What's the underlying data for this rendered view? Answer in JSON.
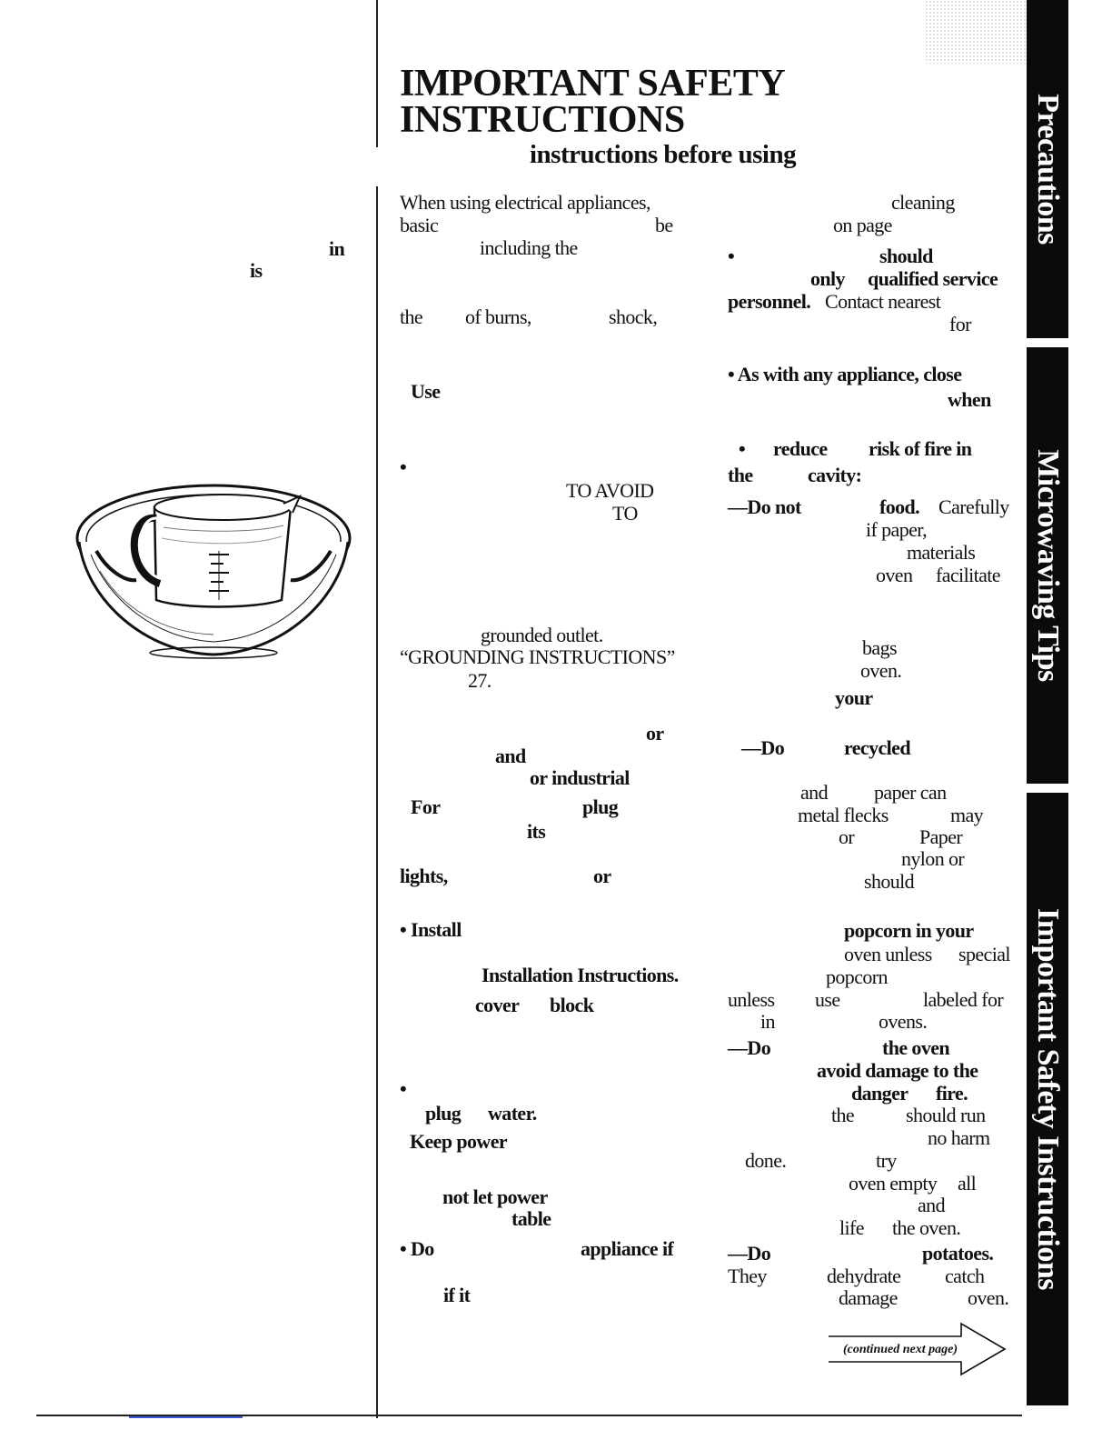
{
  "header": {
    "title_line1": "IMPORTANT SAFETY",
    "title_line2": "INSTRUCTIONS",
    "subtitle": "instructions before using"
  },
  "left_column": {
    "fragments": [
      {
        "text": "in",
        "bold": true
      },
      {
        "text": "is",
        "bold": true
      }
    ]
  },
  "middle_column": {
    "fragments": [
      {
        "text": "When using electrical appliances,",
        "bold": false
      },
      {
        "text": "basic",
        "bold": false
      },
      {
        "text": "be",
        "bold": false
      },
      {
        "text": "including the",
        "bold": false
      },
      {
        "text": "the",
        "bold": false
      },
      {
        "text": "of burns,",
        "bold": false
      },
      {
        "text": "shock,",
        "bold": false
      },
      {
        "text": "Use",
        "bold": true
      },
      {
        "text": "•",
        "bold": true
      },
      {
        "text": "TO AVOID",
        "bold": false
      },
      {
        "text": "TO",
        "bold": false
      },
      {
        "text": "grounded outlet.",
        "bold": false
      },
      {
        "text": "“GROUNDING INSTRUCTIONS”",
        "bold": false
      },
      {
        "text": "27.",
        "bold": false
      },
      {
        "text": "or",
        "bold": true
      },
      {
        "text": "and",
        "bold": true
      },
      {
        "text": "or industrial",
        "bold": true
      },
      {
        "text": "For",
        "bold": true
      },
      {
        "text": "plug",
        "bold": true
      },
      {
        "text": "its",
        "bold": true
      },
      {
        "text": "lights,",
        "bold": true
      },
      {
        "text": "or",
        "bold": true
      },
      {
        "text": "• Install",
        "bold": true
      },
      {
        "text": "Installation Instructions.",
        "bold": true
      },
      {
        "text": "cover",
        "bold": true
      },
      {
        "text": "block",
        "bold": true
      },
      {
        "text": "•",
        "bold": true
      },
      {
        "text": "plug",
        "bold": true
      },
      {
        "text": "water.",
        "bold": true
      },
      {
        "text": "Keep power",
        "bold": true
      },
      {
        "text": "not let power",
        "bold": true
      },
      {
        "text": "table",
        "bold": true
      },
      {
        "text": "• Do",
        "bold": true
      },
      {
        "text": "appliance if",
        "bold": true
      },
      {
        "text": "if it",
        "bold": true
      }
    ]
  },
  "right_column": {
    "fragments": [
      {
        "text": "cleaning",
        "bold": false
      },
      {
        "text": "on page",
        "bold": false
      },
      {
        "text": "•",
        "bold": true
      },
      {
        "text": "should",
        "bold": true
      },
      {
        "text": "only",
        "bold": true
      },
      {
        "text": "qualified service",
        "bold": true
      },
      {
        "text": "personnel.",
        "bold": true
      },
      {
        "text": "Contact nearest",
        "bold": false
      },
      {
        "text": "for",
        "bold": false
      },
      {
        "text": "• As with any appliance, close",
        "bold": true
      },
      {
        "text": "when",
        "bold": true
      },
      {
        "text": "•",
        "bold": true
      },
      {
        "text": "reduce",
        "bold": true
      },
      {
        "text": "risk of fire in",
        "bold": true
      },
      {
        "text": "the",
        "bold": true
      },
      {
        "text": "cavity:",
        "bold": true
      },
      {
        "text": "—Do not",
        "bold": true
      },
      {
        "text": "food.",
        "bold": true
      },
      {
        "text": "Carefully",
        "bold": false
      },
      {
        "text": "if paper,",
        "bold": false
      },
      {
        "text": "materials",
        "bold": false
      },
      {
        "text": "oven",
        "bold": false
      },
      {
        "text": "facilitate",
        "bold": false
      },
      {
        "text": "bags",
        "bold": false
      },
      {
        "text": "oven.",
        "bold": false
      },
      {
        "text": "your",
        "bold": true
      },
      {
        "text": "—Do",
        "bold": true
      },
      {
        "text": "recycled",
        "bold": true
      },
      {
        "text": "and",
        "bold": false
      },
      {
        "text": "paper can",
        "bold": false
      },
      {
        "text": "metal flecks",
        "bold": false
      },
      {
        "text": "may",
        "bold": false
      },
      {
        "text": "or",
        "bold": false
      },
      {
        "text": "Paper",
        "bold": false
      },
      {
        "text": "nylon or",
        "bold": false
      },
      {
        "text": "should",
        "bold": false
      },
      {
        "text": "popcorn in your",
        "bold": true
      },
      {
        "text": "oven unless",
        "bold": false
      },
      {
        "text": "special",
        "bold": false
      },
      {
        "text": "popcorn",
        "bold": false
      },
      {
        "text": "unless",
        "bold": false
      },
      {
        "text": "use",
        "bold": false
      },
      {
        "text": "labeled for",
        "bold": false
      },
      {
        "text": "in",
        "bold": false
      },
      {
        "text": "ovens.",
        "bold": false
      },
      {
        "text": "—Do",
        "bold": true
      },
      {
        "text": "the oven",
        "bold": true
      },
      {
        "text": "avoid damage to the",
        "bold": true
      },
      {
        "text": "danger",
        "bold": true
      },
      {
        "text": "fire.",
        "bold": true
      },
      {
        "text": "the",
        "bold": false
      },
      {
        "text": "should run",
        "bold": false
      },
      {
        "text": "no harm",
        "bold": false
      },
      {
        "text": "done.",
        "bold": false
      },
      {
        "text": "try",
        "bold": false
      },
      {
        "text": "oven empty",
        "bold": false
      },
      {
        "text": "all",
        "bold": false
      },
      {
        "text": "and",
        "bold": false
      },
      {
        "text": "life",
        "bold": false
      },
      {
        "text": "the oven.",
        "bold": false
      },
      {
        "text": "—Do",
        "bold": true
      },
      {
        "text": "potatoes.",
        "bold": true
      },
      {
        "text": "They",
        "bold": false
      },
      {
        "text": "dehydrate",
        "bold": false
      },
      {
        "text": "catch",
        "bold": false
      },
      {
        "text": "damage",
        "bold": false
      },
      {
        "text": "oven.",
        "bold": false
      }
    ]
  },
  "footer": {
    "continued": "(continued next page)"
  },
  "side_tabs": [
    {
      "label": "Precautions"
    },
    {
      "label": "Microwaving Tips"
    },
    {
      "label": "Important Safety Instructions"
    }
  ],
  "illustration": {
    "icon": "bowl-with-measuring-cup-icon"
  }
}
